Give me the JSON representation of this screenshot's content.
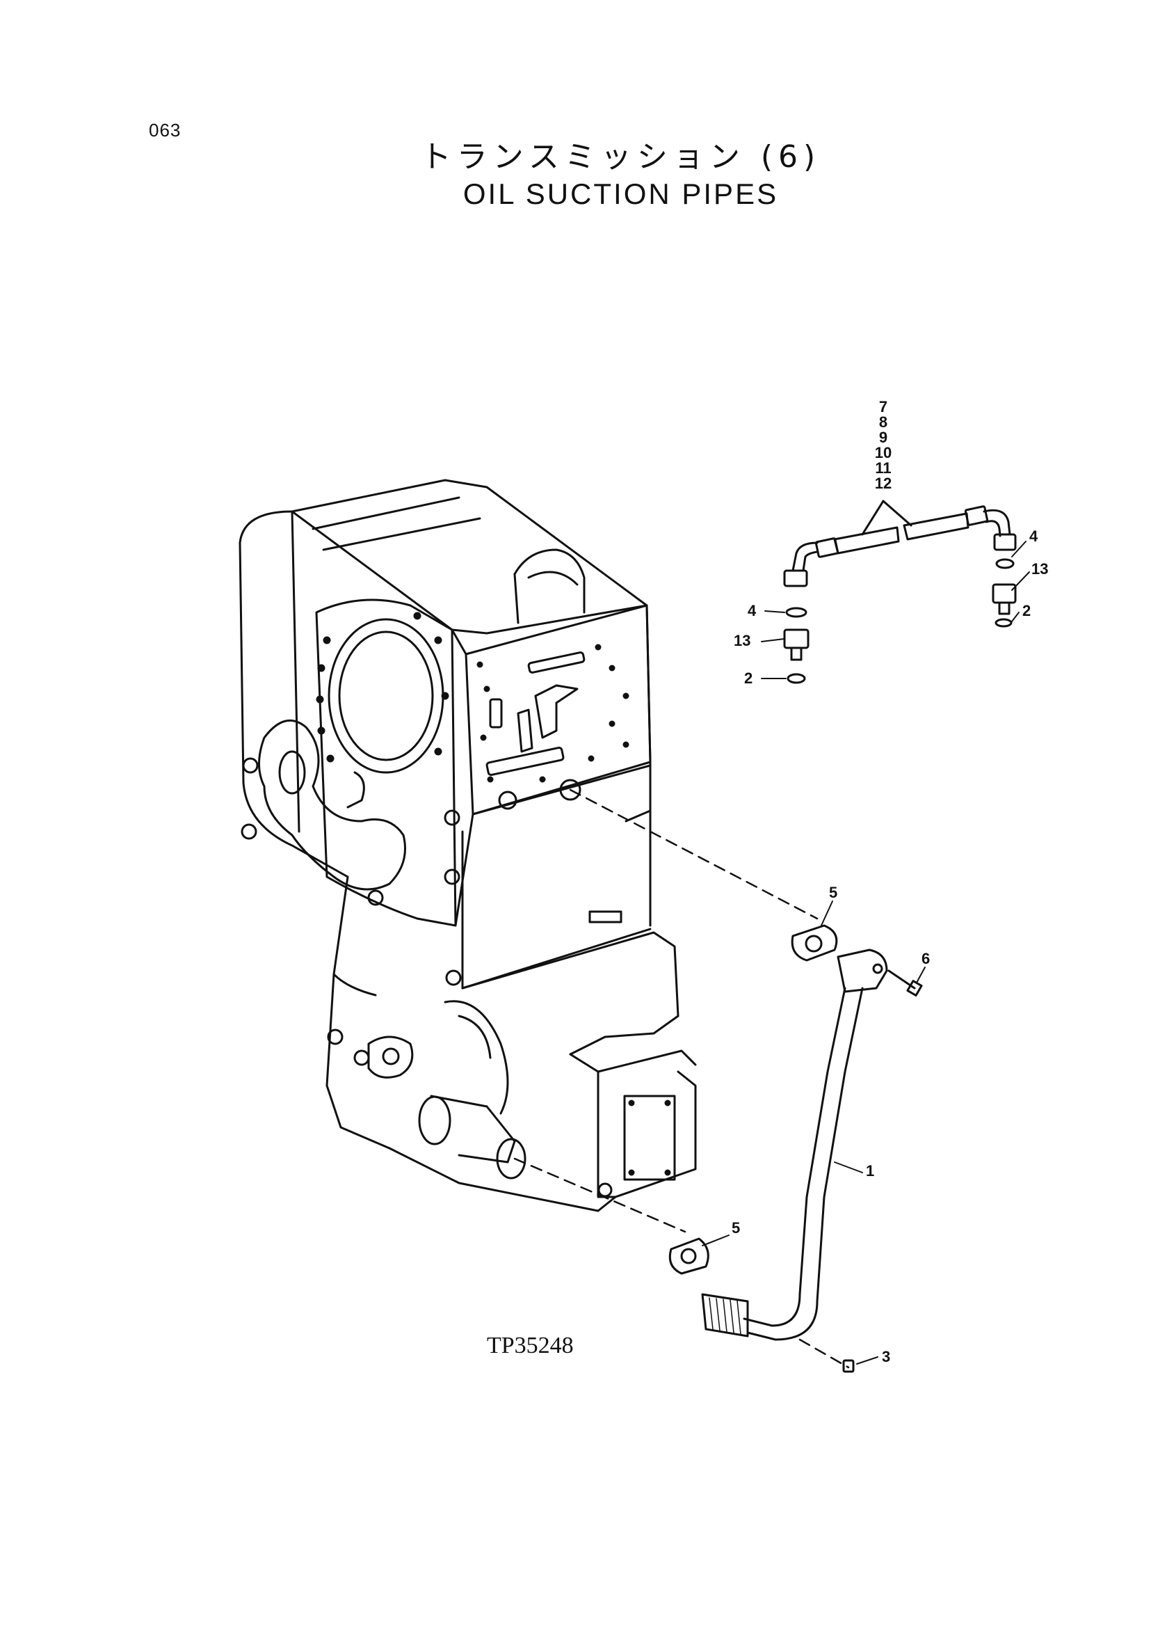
{
  "page": {
    "number": "063"
  },
  "title": {
    "japanese": "トランスミッション (6)",
    "english": "OIL SUCTION PIPES"
  },
  "figure": {
    "reference_code": "TP35248"
  },
  "callouts": {
    "stack": [
      "7",
      "8",
      "9",
      "10",
      "11",
      "12"
    ],
    "pipe": "1",
    "oring": "2",
    "plug": "3",
    "seal": "4",
    "gasket": "5",
    "bolt": "6",
    "union": "13"
  }
}
